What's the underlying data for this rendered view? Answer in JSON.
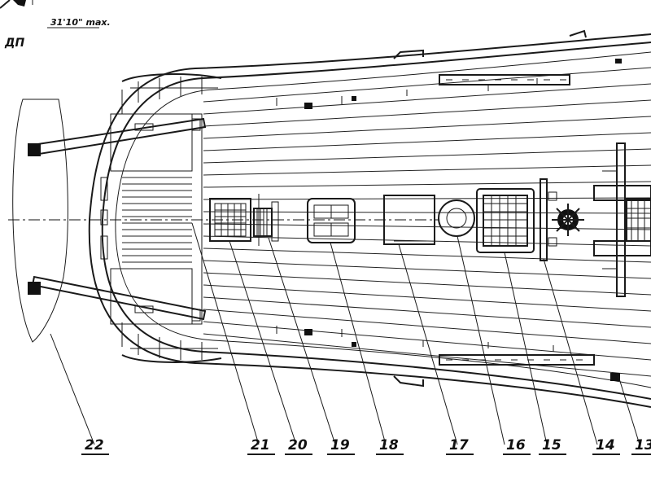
{
  "header": {
    "scale_note": "31'10\" max.",
    "centerline_label": "ДП"
  },
  "callouts": [
    "22",
    "21",
    "20",
    "19",
    "18",
    "17",
    "16",
    "15",
    "14",
    "13"
  ]
}
